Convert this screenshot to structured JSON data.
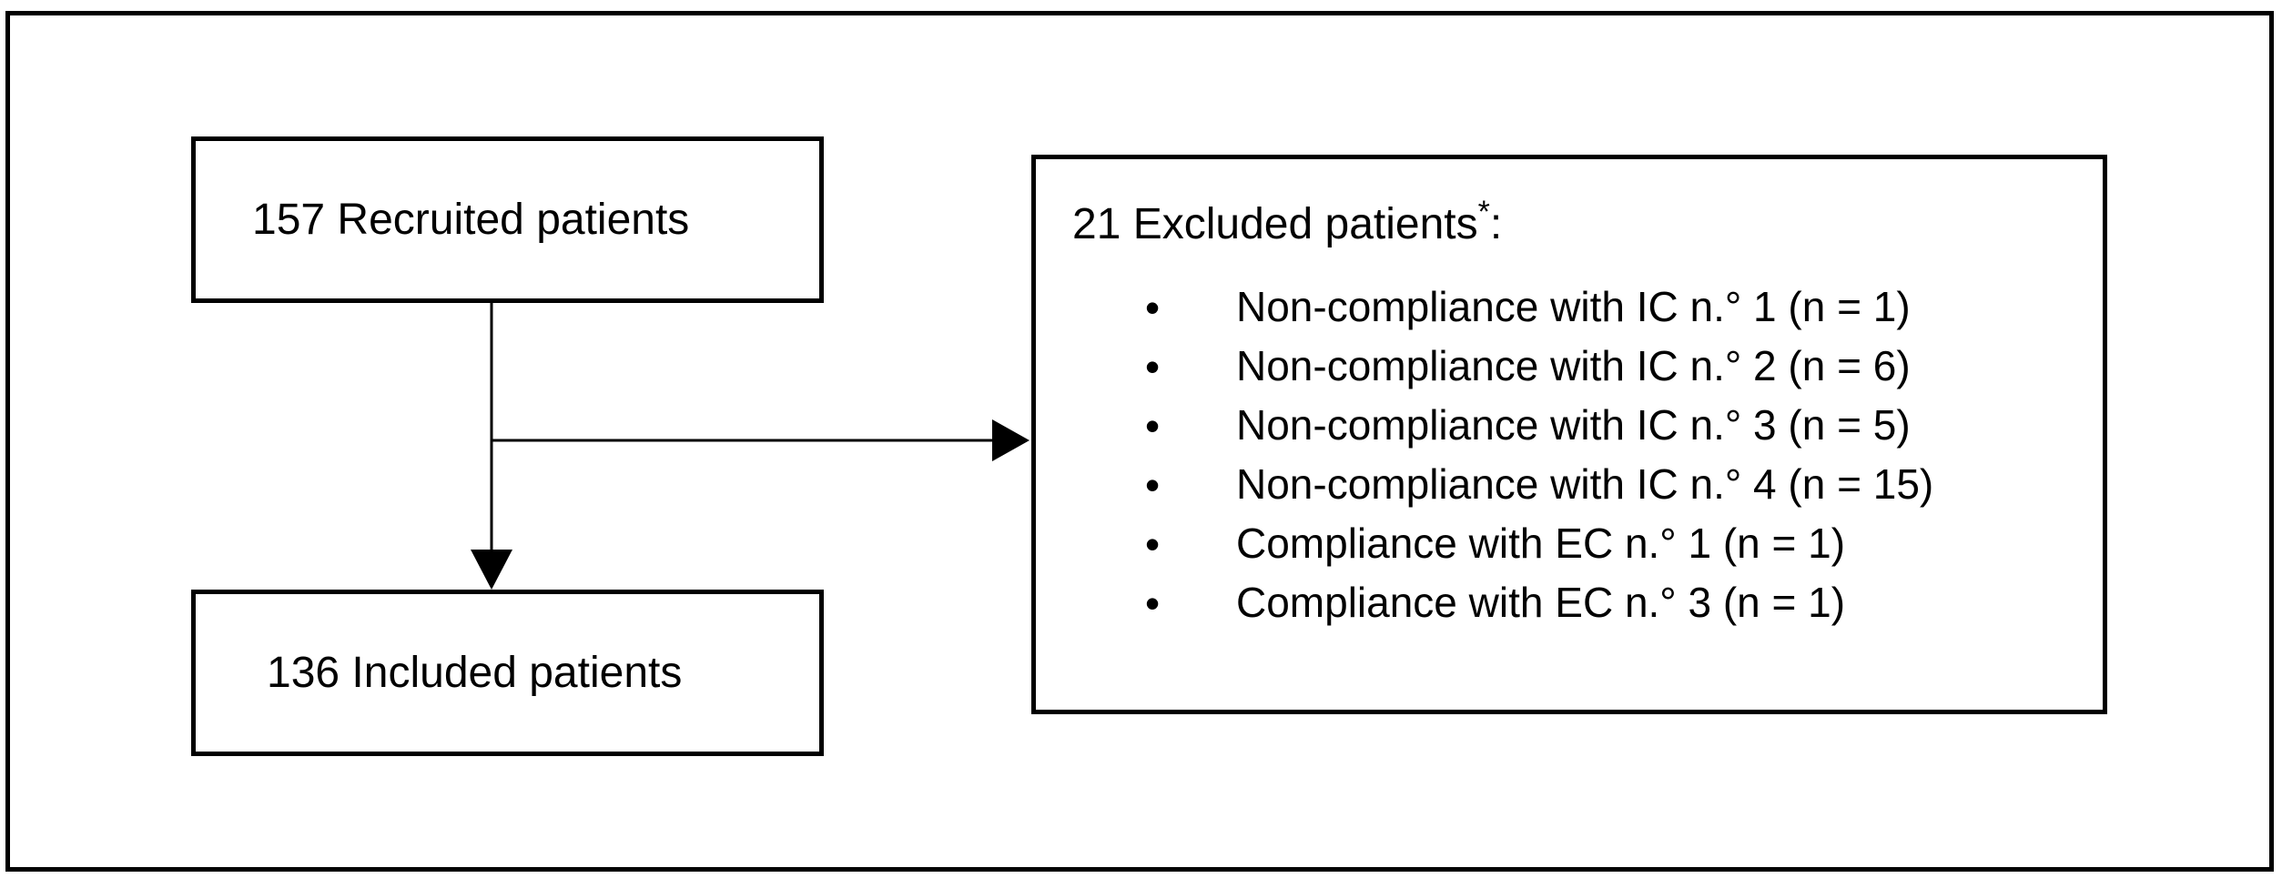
{
  "figure": {
    "background_color": "#ffffff",
    "line_color": "#000000",
    "text_color": "#000000"
  },
  "boxes": {
    "recruited": {
      "label": "157 Recruited patients"
    },
    "included": {
      "label": "136 Included patients"
    },
    "excluded": {
      "title_prefix": "21 Excluded patients",
      "title_superscript": "*",
      "title_suffix": ":",
      "bullet_glyph": "•",
      "bullets": [
        "Non-compliance with IC n.° 1 (n = 1)",
        "Non-compliance with IC n.° 2 (n = 6)",
        "Non-compliance with IC n.° 3 (n = 5)",
        "Non-compliance with IC n.° 4 (n = 15)",
        "Compliance with EC n.° 1 (n = 1)",
        "Compliance with EC n.° 3 (n = 1)"
      ]
    }
  }
}
